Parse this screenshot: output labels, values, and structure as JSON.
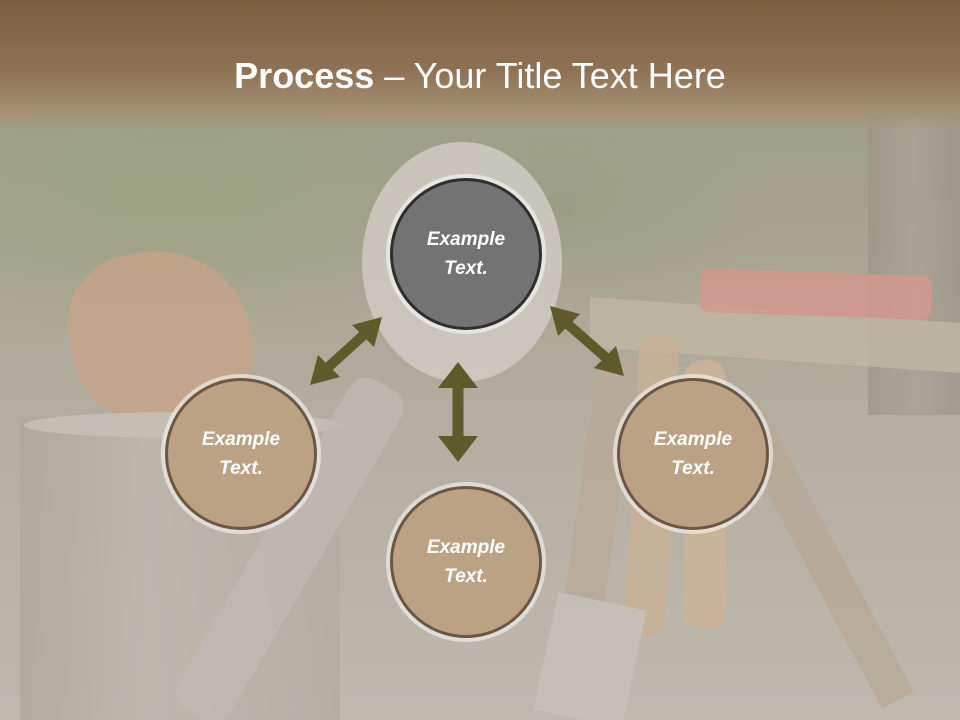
{
  "title": {
    "bold": "Process",
    "rest": " – Your Title Text Here"
  },
  "nodes": {
    "center": "Example Text.",
    "left": "Example Text.",
    "bottom": "Example Text.",
    "right": "Example Text."
  },
  "colors": {
    "title_band": "#8f7154",
    "center_fill": "#737373",
    "outer_fill": "#bca285",
    "arrow": "#5f5a2a",
    "text": "#ffffff"
  }
}
